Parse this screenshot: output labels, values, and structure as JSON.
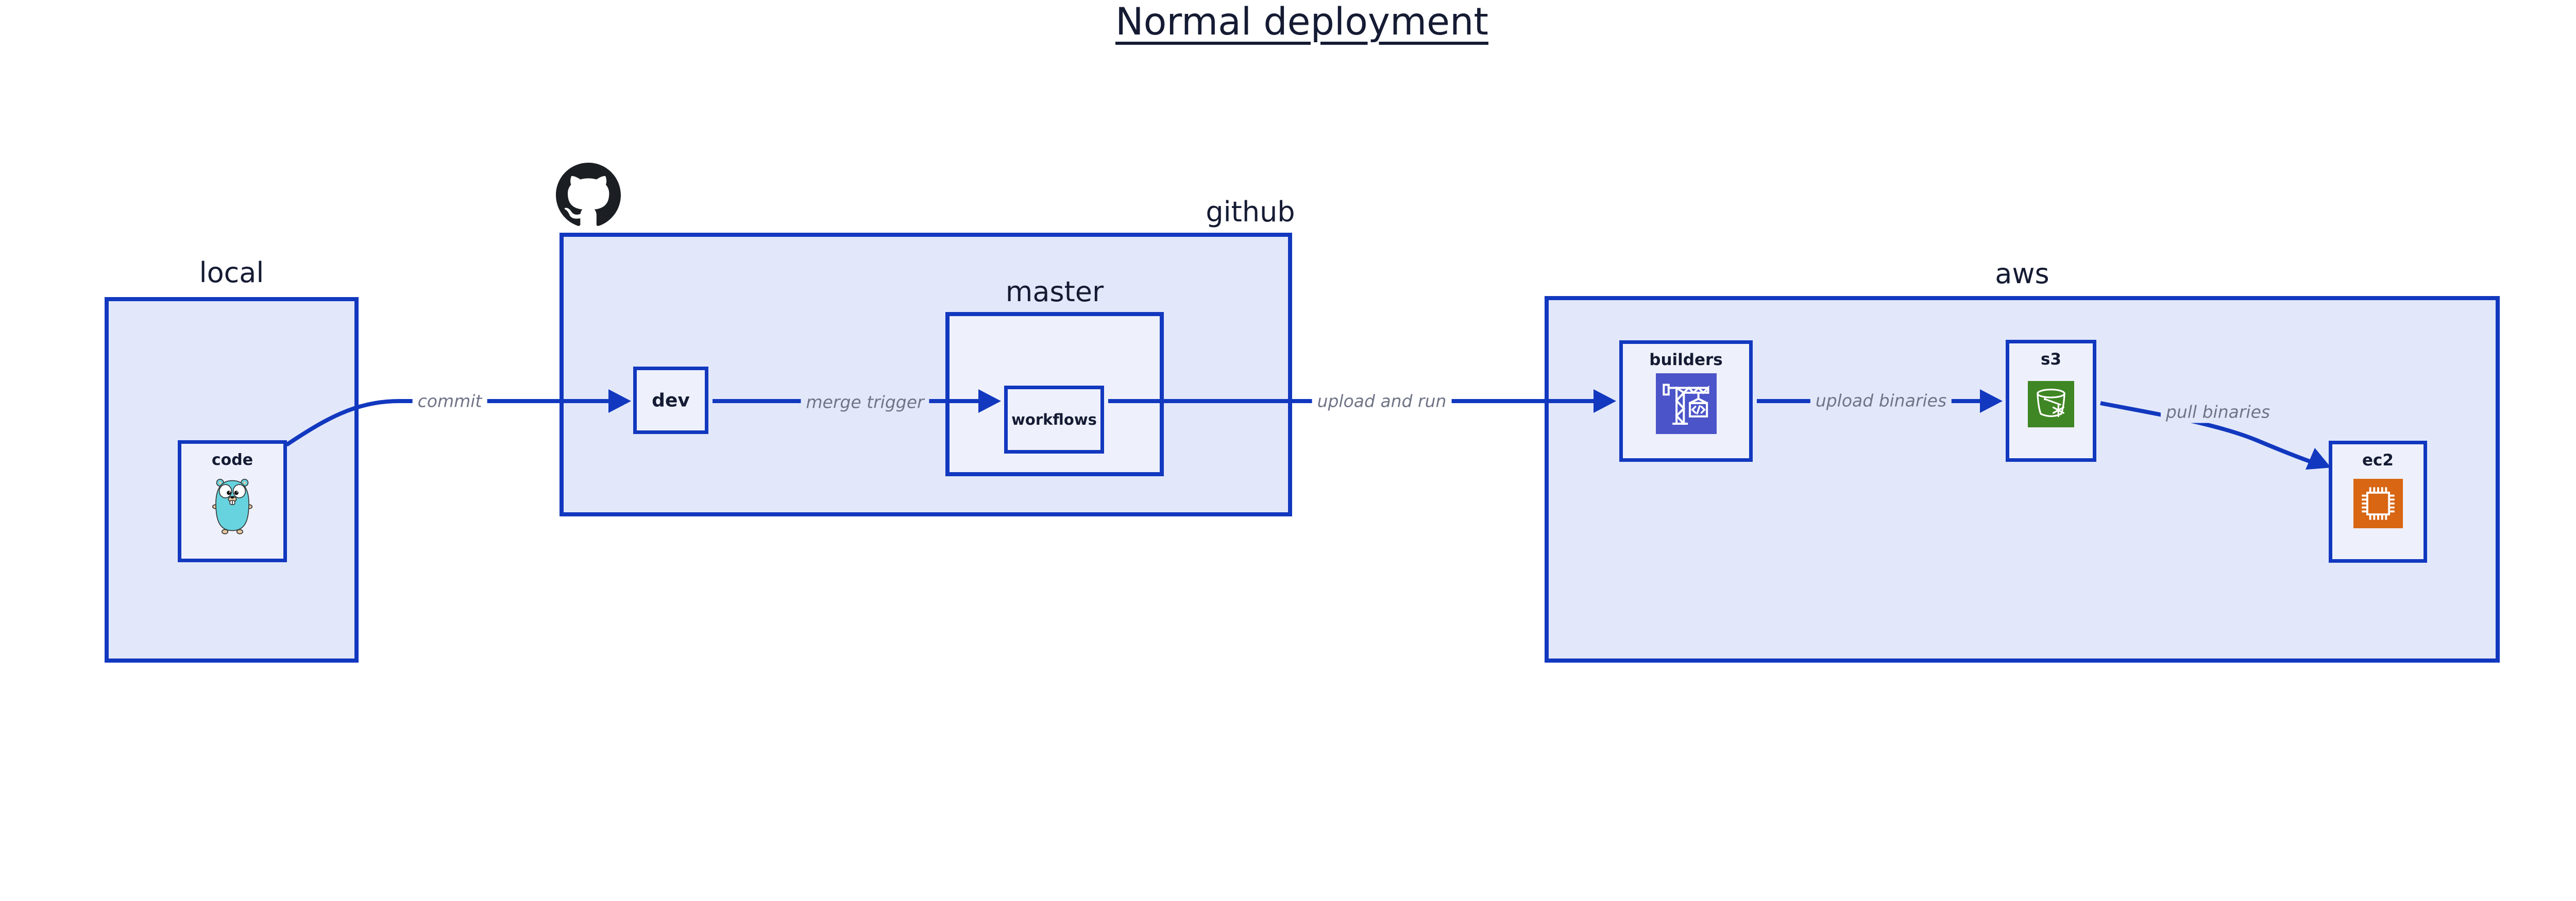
{
  "diagram": {
    "title": "Normal deployment",
    "containers": {
      "local": {
        "label": "local"
      },
      "github": {
        "label": "github"
      },
      "master": {
        "label": "master"
      },
      "aws": {
        "label": "aws"
      }
    },
    "nodes": {
      "code": {
        "label": "code",
        "icon": "go-gopher"
      },
      "dev": {
        "label": "dev"
      },
      "workflows": {
        "label": "workflows"
      },
      "builders": {
        "label": "builders",
        "icon": "aws-codebuild-crane"
      },
      "s3": {
        "label": "s3",
        "icon": "aws-s3-glacier-bucket"
      },
      "ec2": {
        "label": "ec2",
        "icon": "aws-ec2-chip"
      }
    },
    "edges": {
      "commit": {
        "label": "commit"
      },
      "merge_trigger": {
        "label": "merge trigger"
      },
      "upload_and_run": {
        "label": "upload and run"
      },
      "upload_binaries": {
        "label": "upload binaries"
      },
      "pull_binaries": {
        "label": "pull binaries"
      }
    },
    "logo": {
      "name": "github-octocat"
    },
    "colors": {
      "line": "#1238bf",
      "container_fill": "#e2e8fa",
      "node_fill": "#eef1fc",
      "text": "#151b33",
      "edge_label_text": "#6f7486",
      "builders_icon_bg": "#4b54c8",
      "s3_icon_bg": "#3f8624",
      "ec2_icon_bg": "#d86613",
      "gopher_body": "#67d3de"
    }
  }
}
